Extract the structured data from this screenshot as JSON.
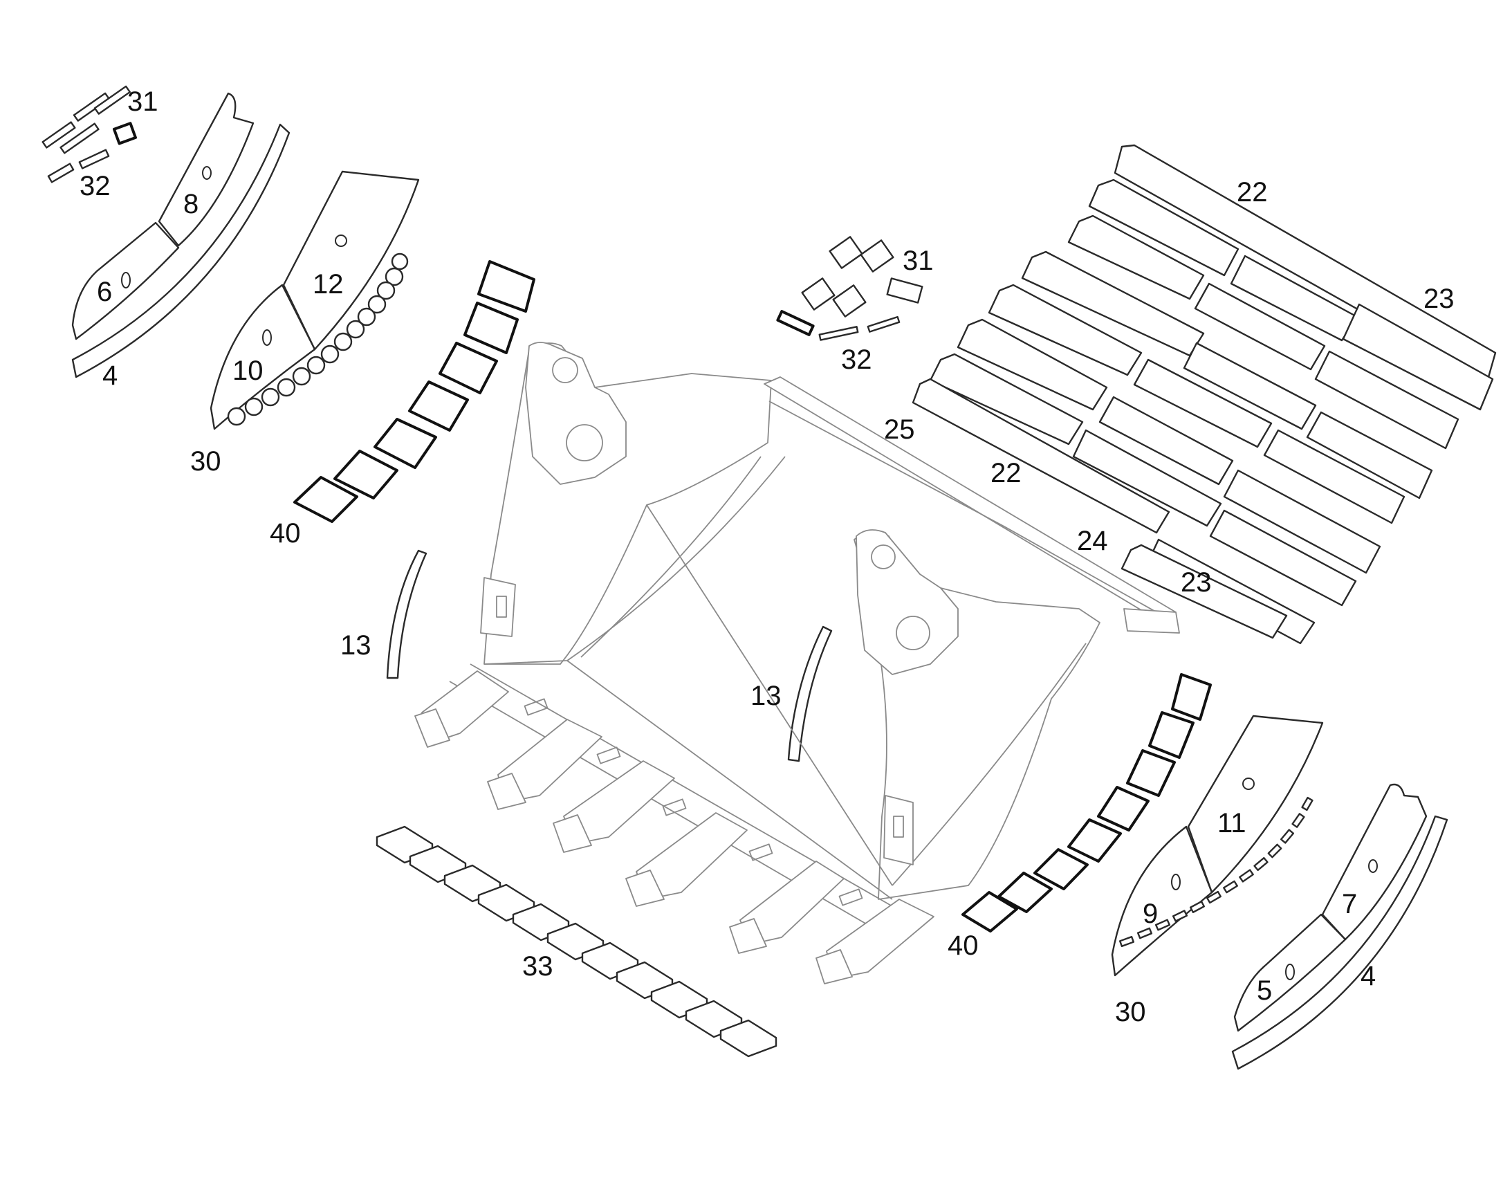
{
  "labels": {
    "l31a": "31",
    "l32a": "32",
    "l8": "8",
    "l6": "6",
    "l4a": "4",
    "l12": "12",
    "l10": "10",
    "l30a": "30",
    "l40a": "40",
    "l13a": "13",
    "l13b": "13",
    "l25": "25",
    "l22a": "22",
    "l22b": "22",
    "l23a": "23",
    "l23b": "23",
    "l24": "24",
    "l31b": "31",
    "l32b": "32",
    "l33": "33",
    "l40b": "40",
    "l11": "11",
    "l9": "9",
    "l30b": "30",
    "l7": "7",
    "l5": "5",
    "l4b": "4"
  }
}
